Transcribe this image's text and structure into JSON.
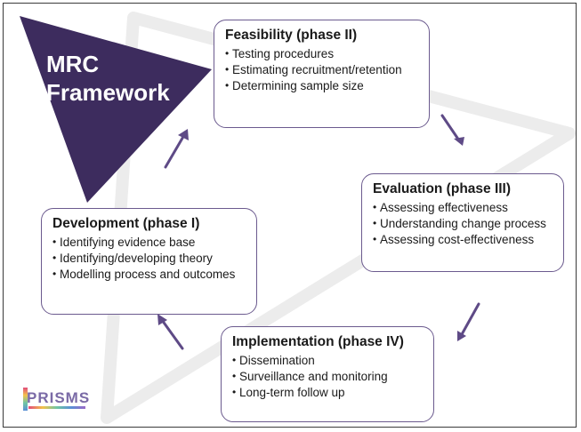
{
  "title": "MRC Framework",
  "title_line1": "MRC",
  "title_line2": "Framework",
  "logo_text": "PRISMS",
  "colors": {
    "triangle": "#3d2c5e",
    "arrow": "#5e4a86",
    "box_border": "#6b5a8e",
    "background_triangle": "#ececec"
  },
  "phases": {
    "feasibility": {
      "title": "Feasibility (phase II)",
      "items": [
        "Testing procedures",
        "Estimating recruitment/retention",
        "Determining sample size"
      ]
    },
    "evaluation": {
      "title": "Evaluation (phase III)",
      "items": [
        "Assessing effectiveness",
        "Understanding change process",
        "Assessing cost-effectiveness"
      ]
    },
    "implementation": {
      "title": "Implementation (phase IV)",
      "items": [
        "Dissemination",
        "Surveillance and monitoring",
        "Long-term follow up"
      ]
    },
    "development": {
      "title": "Development (phase I)",
      "items": [
        "Identifying evidence base",
        "Identifying/developing theory",
        "Modelling process and outcomes"
      ]
    }
  }
}
